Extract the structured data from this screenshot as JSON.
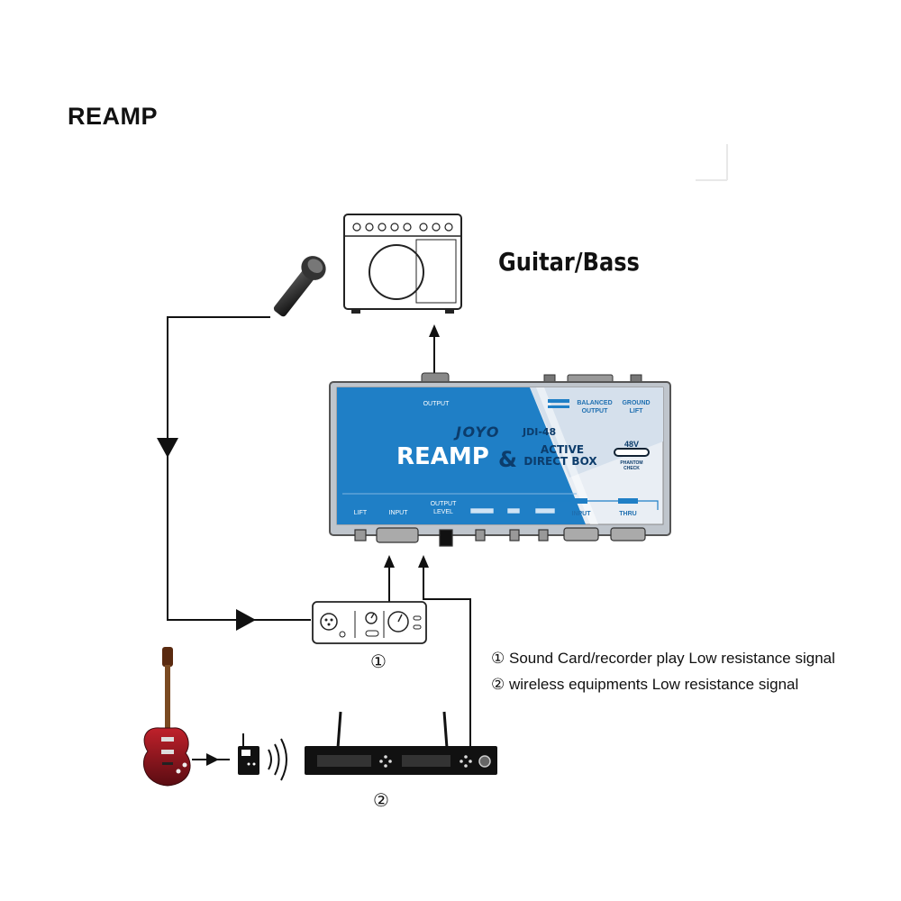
{
  "title": "REAMP",
  "amp_label": "Guitar/Bass",
  "device": {
    "brand": "JOYO",
    "model": "JDI-48",
    "reamp_text": "REAMP",
    "ampersand": "&",
    "active_text": "ACTIVE",
    "direct_box_text": "DIRECT BOX",
    "output": "OUTPUT",
    "balanced_output_1": "BALANCED",
    "balanced_output_2": "OUTPUT",
    "ground_lift_1": "GROUND",
    "ground_lift_2": "LIFT",
    "phantom_voltage": "48V",
    "phantom_check_1": "PHANTOM",
    "phantom_check_2": "CHECK",
    "lift": "LIFT",
    "input": "INPUT",
    "output_level_1": "OUTPUT",
    "output_level_2": "LEVEL",
    "front_input": "INPUT",
    "thru": "THRU"
  },
  "markers": {
    "one": "①",
    "two": "②"
  },
  "legend": {
    "item1_marker": "①",
    "item1_text": "Sound Card/recorder play Low resistance signal",
    "item2_marker": "②",
    "item2_text": "wireless equipments Low resistance signal"
  },
  "colors": {
    "panel_blue": "#1f7fc6",
    "panel_light": "#dfe9f2",
    "line": "#111111"
  }
}
